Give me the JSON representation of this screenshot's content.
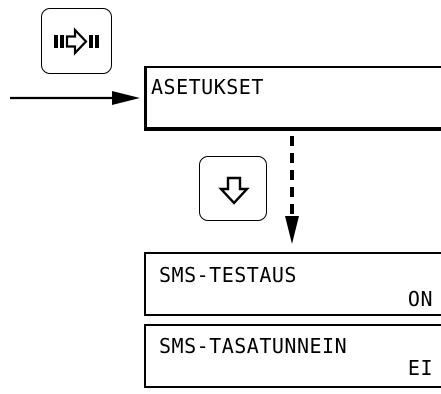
{
  "keys": {
    "menu_key_icon": "menu-enter-icon",
    "down_key_icon": "down-arrow-icon"
  },
  "main_display": {
    "line1": "ASETUKSET"
  },
  "options": [
    {
      "line1": "SMS-TESTAUS",
      "line2": "ON"
    },
    {
      "line1": "SMS-TASATUNNEIN",
      "line2": "EI"
    }
  ],
  "colors": {
    "ink": "#000000",
    "background": "#ffffff"
  }
}
